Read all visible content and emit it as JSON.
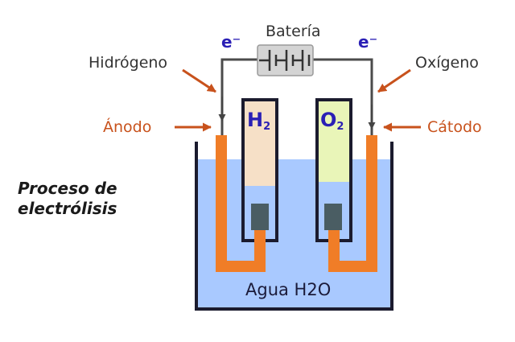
{
  "title": {
    "line1": "Proceso de",
    "line2": "electrólisis"
  },
  "battery_label": "Batería",
  "electron_left": "e⁻",
  "electron_right": "e⁻",
  "hydrogen_label": "Hidrógeno",
  "oxygen_label": "Oxígeno",
  "anode_label": "Ánodo",
  "cathode_label": "Cátodo",
  "hydrogen_tube": {
    "symbol": "H",
    "subscript": "2"
  },
  "oxygen_tube": {
    "symbol": "O",
    "subscript": "2"
  },
  "water_label": "Agua H2O",
  "colors": {
    "electrode": "#f07d27",
    "label_orange": "#c8521c",
    "electron_blue": "#2a1fb5",
    "water": "#a9c9ff",
    "hydrogen_gas": "#f6e0c7",
    "oxygen_gas": "#e9f5b8",
    "battery": "#d4d4d4"
  }
}
